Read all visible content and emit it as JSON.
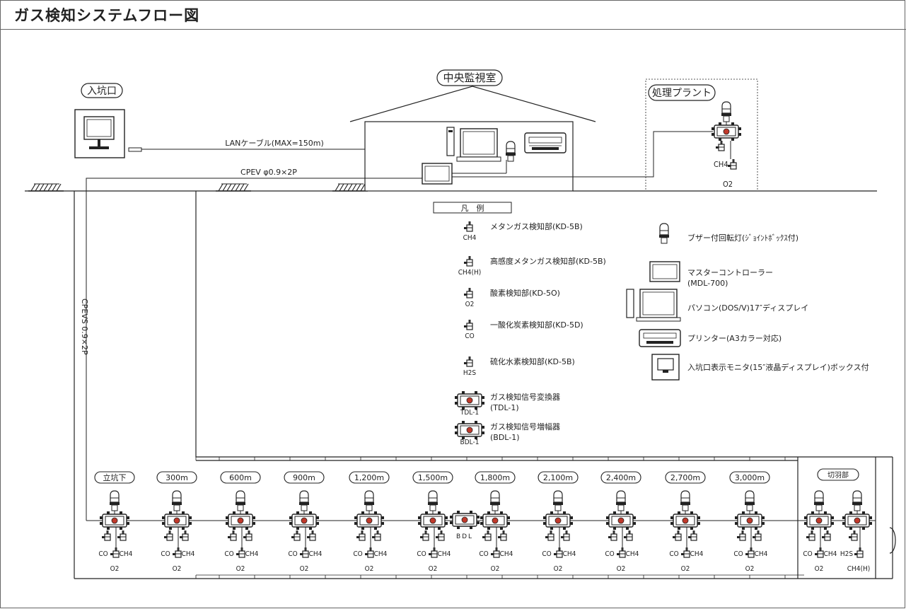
{
  "title": "ガス検知システムフロー図",
  "areas": {
    "entrance": "入坑口",
    "control_room": "中央監視室",
    "plant": "処理プラント"
  },
  "cables": {
    "lan": "LANケーブル(MAX=150m)",
    "cpev": "CPEV φ0.9×2P",
    "cpevs": "CPEVS 0.9×2P"
  },
  "plant_labels": [
    "CH4",
    "O2"
  ],
  "legend": {
    "title": "凡　例",
    "items": [
      {
        "code": "CH4",
        "text": "メタンガス検知部(KD-5B)"
      },
      {
        "code": "CH4(H)",
        "text": "高感度メタンガス検知部(KD-5B)"
      },
      {
        "code": "O2",
        "text": "酸素検知部(KD-5O)"
      },
      {
        "code": "CO",
        "text": "一酸化炭素検知部(KD-5D)"
      },
      {
        "code": "H2S",
        "text": "硫化水素検知部(KD-5B)"
      },
      {
        "code": "TDL-1",
        "text": "ガス検知信号変換器",
        "sub": "(TDL-1)"
      },
      {
        "code": "BDL-1",
        "text": "ガス検知信号増幅器",
        "sub": "(BDL-1)"
      }
    ],
    "items_right": [
      {
        "icon": "buzzer-lamp-icon",
        "text": "ブザー付回転灯(ｼﾞｮｲﾝﾄﾎﾞｯｸｽ付)"
      },
      {
        "icon": "master-controller-icon",
        "text": "マスターコントローラー",
        "sub": "(MDL-700)"
      },
      {
        "icon": "pc-icon",
        "text": "パソコン(DOS/V)17″ディスプレイ"
      },
      {
        "icon": "printer-icon",
        "text": "プリンター(A3カラー対応)"
      },
      {
        "icon": "monitor-box-icon",
        "text": "入坑口表示モニタ(15″液晶ディスプレイ)ボックス付"
      }
    ]
  },
  "stations": [
    {
      "label": "立坑下",
      "left": "CO",
      "right": "CH4",
      "bottom": "O2"
    },
    {
      "label": "300m",
      "left": "CO",
      "right": "CH4",
      "bottom": "O2"
    },
    {
      "label": "600m",
      "left": "CO",
      "right": "CH4",
      "bottom": "O2"
    },
    {
      "label": "900m",
      "left": "CO",
      "right": "CH4",
      "bottom": "O2"
    },
    {
      "label": "1,200m",
      "left": "CO",
      "right": "CH4",
      "bottom": "O2"
    },
    {
      "label": "1,500m",
      "left": "CO",
      "right": "CH4",
      "bottom": "O2"
    },
    {
      "label": "1,800m",
      "left": "CO",
      "right": "CH4",
      "bottom": "O2"
    },
    {
      "label": "2,100m",
      "left": "CO",
      "right": "CH4",
      "bottom": "O2"
    },
    {
      "label": "2,400m",
      "left": "CO",
      "right": "CH4",
      "bottom": "O2"
    },
    {
      "label": "2,700m",
      "left": "CO",
      "right": "CH4",
      "bottom": "O2"
    },
    {
      "label": "3,000m",
      "left": "CO",
      "right": "CH4",
      "bottom": "O2"
    }
  ],
  "amplifier_label": "BDL",
  "face": {
    "label": "切羽部",
    "left": {
      "left": "CO",
      "right": "CH4",
      "bottom": "O2"
    },
    "right": {
      "left": "H2S",
      "bottom": "CH4(H)"
    }
  }
}
